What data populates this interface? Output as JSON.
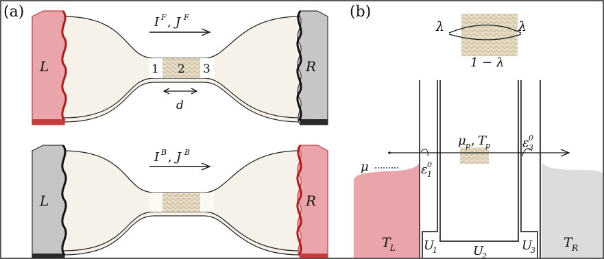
{
  "panel_a": {
    "label": "(a)",
    "forward": {
      "current_label": "I",
      "current_sup": "F",
      "heat_label": "J",
      "heat_sup": "F",
      "left_reservoir": "L",
      "right_reservoir": "R",
      "left_color": "#e9a5a9",
      "right_color": "#c6c6c6",
      "sites": [
        "1",
        "2",
        "3"
      ],
      "length_label": "d"
    },
    "backward": {
      "current_label": "I",
      "current_sup": "B",
      "heat_label": "J",
      "heat_sup": "B",
      "left_reservoir": "L",
      "right_reservoir": "R",
      "left_color": "#c6c6c6",
      "right_color": "#e9a5a9"
    }
  },
  "panel_b": {
    "label": "(b)",
    "lambda": "λ",
    "one_minus_lambda": "1 − λ",
    "mu": "μ",
    "mu_p": "μ",
    "mu_p_sub": "p",
    "t_p": "T",
    "t_p_sub": "p",
    "epsilon": "ε",
    "eps1_sub": "1",
    "eps3_sub": "3",
    "eps_sup": "0",
    "u1": "U",
    "u1_sub": "1",
    "u2": "U",
    "u2_sub": "2",
    "u3": "U",
    "u3_sub": "3",
    "t_left": "T",
    "t_left_sub": "L",
    "t_right": "T",
    "t_right_sub": "R",
    "hot_color": "#e9a5a9",
    "cold_color": "#dcdcdc"
  }
}
